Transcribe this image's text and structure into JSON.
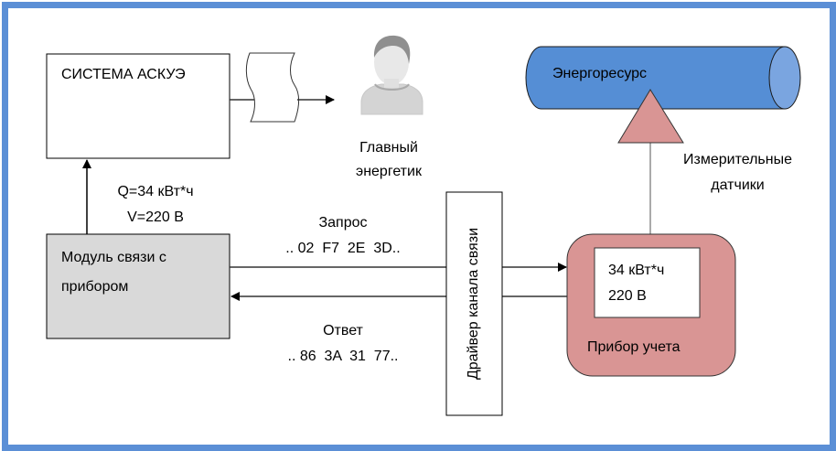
{
  "diagram": {
    "askue_system": {
      "label": "СИСТЕМА АСКУЭ"
    },
    "chief_engineer": {
      "line1": "Главный",
      "line2": "энергетик"
    },
    "energy_resource": {
      "label": "Энергоресурс"
    },
    "sensors": {
      "line1": "Измерительные",
      "line2": "датчики"
    },
    "readings_to_system": {
      "line1": "Q=34 кВт*ч",
      "line2": "V=220 В"
    },
    "comm_module": {
      "line1": "Модуль связи с",
      "line2": "прибором"
    },
    "request": {
      "label": "Запрос",
      "bytes": ".. 02  F7  2E  3D.."
    },
    "response": {
      "label": "Ответ",
      "bytes": ".. 86  3A  31  77.."
    },
    "channel_driver": {
      "label": "Драйвер канала связи"
    },
    "meter": {
      "label": "Прибор учета",
      "display_line1": "34 кВт*ч",
      "display_line2": "220 В"
    }
  },
  "colors": {
    "frame_border": "#5b8fd6",
    "cylinder_body": "#558ed5",
    "cylinder_cap": "#7aa5e0",
    "sensor_triangle": "#d99594",
    "meter_fill": "#d99594",
    "module_fill": "#d9d9d9"
  }
}
